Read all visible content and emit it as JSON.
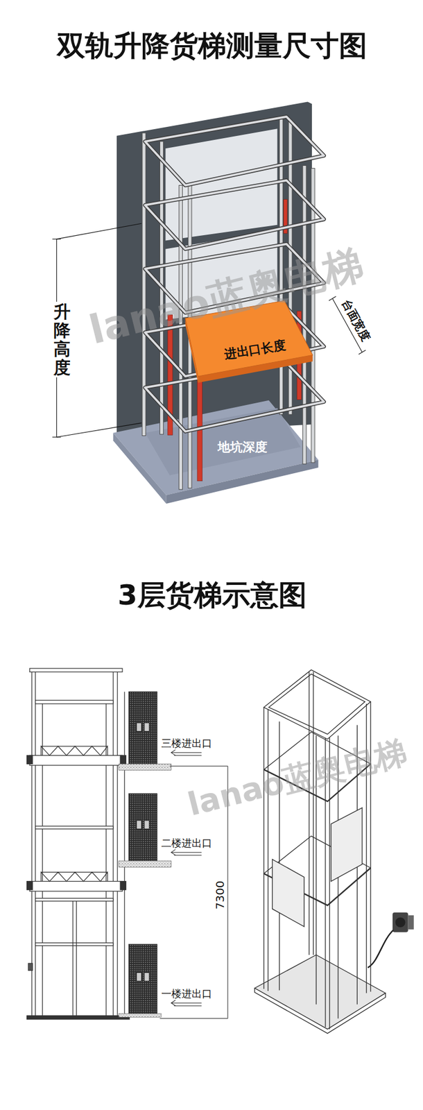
{
  "diagram": {
    "title": "双轨升降货梯测量尺寸图",
    "labels": [
      "升降高度",
      "台面宽度",
      "进出口长度",
      "地坑深度",
      "lanao蓝奥电梯",
      "3层货梯示意图",
      "三楼进出口",
      "二楼进出口",
      "lanao蓝奥电梯",
      "7300",
      "一楼进出口"
    ]
  }
}
